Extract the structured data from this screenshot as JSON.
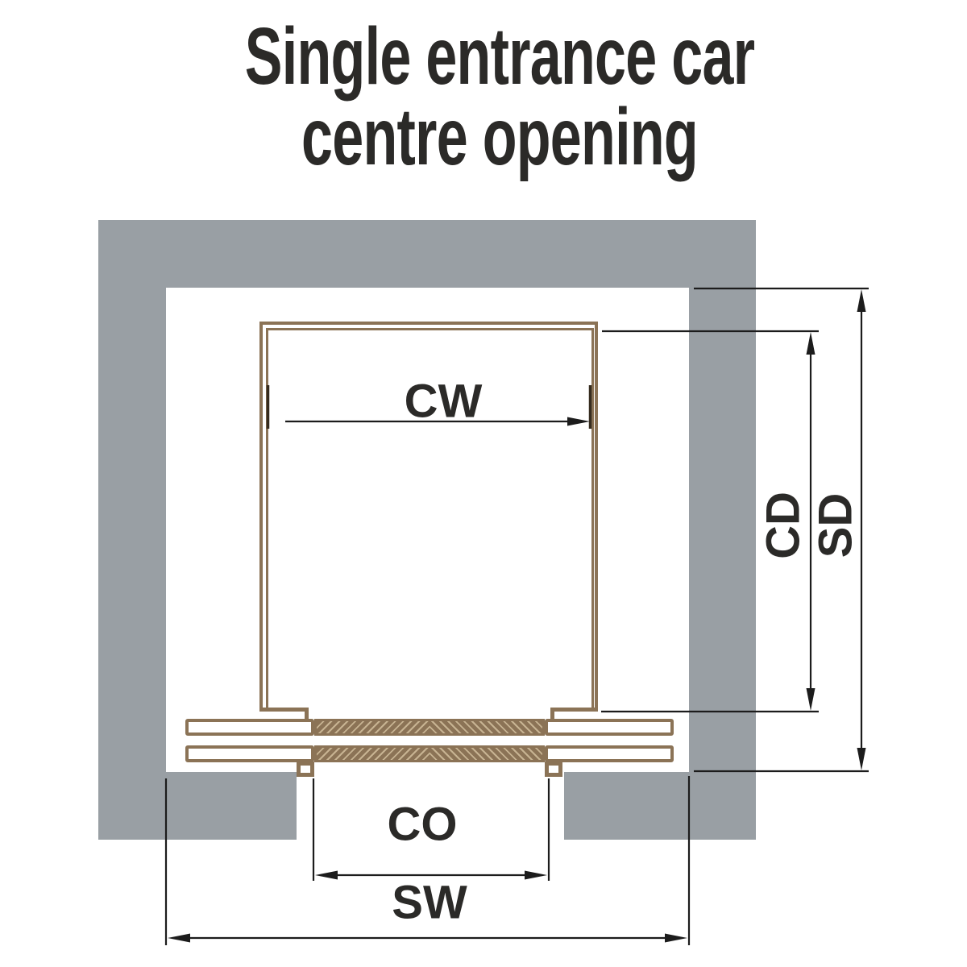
{
  "title": {
    "line1": "Single entrance car",
    "line2": "centre opening"
  },
  "labels": {
    "car_width": "CW",
    "car_depth": "CD",
    "shaft_depth": "SD",
    "clear_opening": "CO",
    "shaft_width": "SW"
  },
  "colors": {
    "wall_gray": "#999fa4",
    "car_brown": "#8b7356",
    "hatch_light": "#c7b392",
    "dimension_line": "#1c1c1c",
    "tick_dark": "#362c1f",
    "text": "#2b2a28"
  }
}
